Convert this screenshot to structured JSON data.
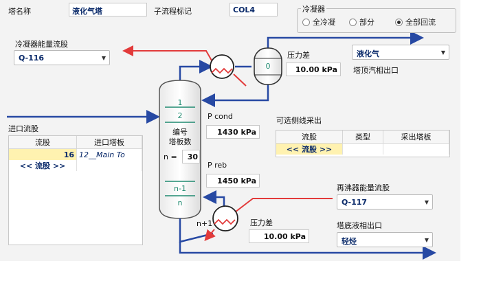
{
  "header": {
    "tower_name_label": "塔名称",
    "tower_name_value": "液化气塔",
    "subflow_label": "子流程标记",
    "subflow_value": "COL4"
  },
  "condenser": {
    "group_label": "冷凝器",
    "options": [
      "全冷凝",
      "部分",
      "全部回流"
    ],
    "selected": "全部回流",
    "energy_label": "冷凝器能量流股",
    "energy_value": "Q-116",
    "pressure_drop_label": "压力差",
    "pressure_drop_value": "10.00 kPa",
    "vessel_value": "0"
  },
  "overhead": {
    "vapor_value": "液化气",
    "vapor_label": "塔顶汽相出口"
  },
  "column": {
    "tray_top_1": "1",
    "tray_top_2": "2",
    "center_line1": "编号",
    "center_line2": "塔板数",
    "n_label": "n =",
    "n_value": "30",
    "tray_bot_1": "n-1",
    "tray_bot_2": "n",
    "reboiler_tag": "n+1"
  },
  "pressures": {
    "cond_label": "P cond",
    "cond_value": "1430 kPa",
    "reb_label": "P reb",
    "reb_value": "1450 kPa"
  },
  "side_draws": {
    "label": "可选侧线采出",
    "columns": [
      "流股",
      "类型",
      "采出塔板"
    ],
    "add_row": "<< 流股 >>"
  },
  "feed": {
    "label": "进口流股",
    "columns": [
      "流股",
      "进口塔板"
    ],
    "rows": [
      {
        "stream": "16",
        "tray": "12__Main To"
      }
    ],
    "add_row": "<< 流股 >>"
  },
  "reboiler": {
    "energy_label": "再沸器能量流股",
    "energy_value": "Q-117",
    "pressure_drop_label": "压力差",
    "pressure_drop_value": "10.00 kPa",
    "bottoms_label": "塔底液相出口",
    "bottoms_value": "轻烃"
  },
  "colors": {
    "blue_line": "#2749a3",
    "red_line": "#e23a3a",
    "column_teal": "#1f8a70"
  }
}
